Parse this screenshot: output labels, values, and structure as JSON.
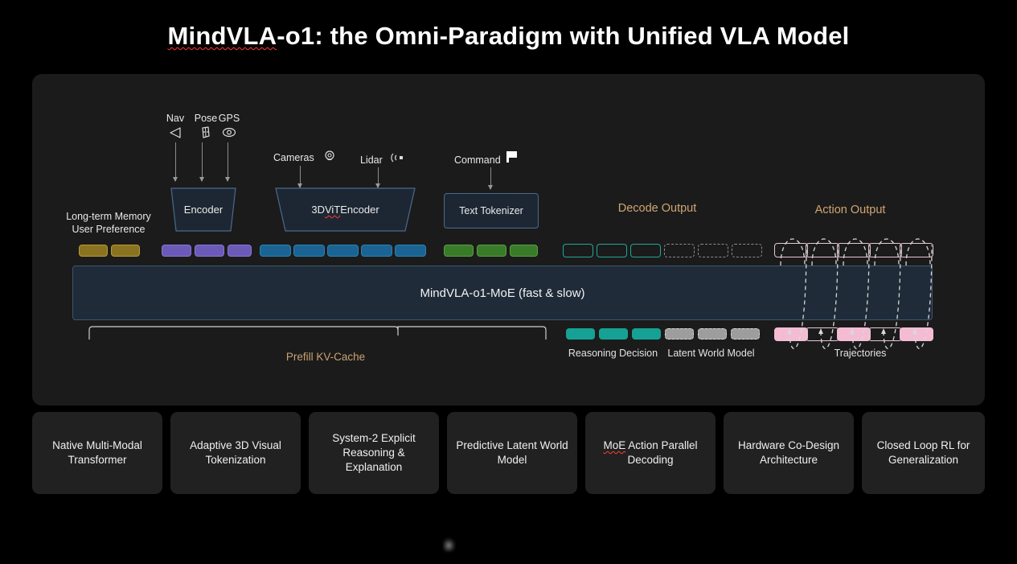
{
  "title": {
    "spellchecked_word": "MindVLA",
    "rest": "-o1: the Omni-Paradigm with Unified VLA Model"
  },
  "diagram": {
    "sensors": [
      {
        "name": "Nav",
        "icon": "navigation-cursor-icon"
      },
      {
        "name": "Pose",
        "icon": "pose-cube-icon"
      },
      {
        "name": "GPS",
        "icon": "gps-eye-icon"
      }
    ],
    "inputs": [
      {
        "label": "Cameras",
        "icon": "camera-icon"
      },
      {
        "label": "Lidar",
        "icon": "lidar-signal-icon"
      },
      {
        "label": "Command",
        "icon": "command-flag-icon"
      }
    ],
    "encoders": [
      {
        "label": "Encoder",
        "shape": "trapezoid"
      },
      {
        "label_a": "3D ",
        "label_b": "ViT",
        "label_c": " Encoder",
        "shape": "trapezoid"
      },
      {
        "label": "Text Tokenizer",
        "shape": "rect"
      }
    ],
    "memory_label_line1": "Long-term Memory",
    "memory_label_line2": "User Preference",
    "backbone_label": "MindVLA-o1-MoE (fast & slow)",
    "section_captions": {
      "decode_output": "Decode Output",
      "action_output": "Action Output",
      "prefill": "Prefill KV-Cache"
    },
    "output_captions": {
      "reasoning": "Reasoning Decision",
      "latent": "Latent World Model",
      "trajectories": "Trajectories"
    },
    "token_rows": {
      "input_tokens": [
        {
          "group": "memory",
          "color": "#8a7320",
          "count": 2
        },
        {
          "group": "nav",
          "color": "#6b5ab8",
          "count": 3
        },
        {
          "group": "visual",
          "color": "#1a6493",
          "count": 5
        },
        {
          "group": "text",
          "color": "#3a7b2a",
          "count": 3
        },
        {
          "group": "decode-reasoning",
          "color": "#1fa89a",
          "count": 3
        },
        {
          "group": "decode-latent",
          "color": "#8d8d8d",
          "count": 3
        },
        {
          "group": "action",
          "color": "#e7c6d4",
          "count": 5
        }
      ],
      "output_tokens": [
        {
          "group": "reasoning-decision",
          "color": "#16a195",
          "count": 3
        },
        {
          "group": "latent-world-model",
          "color": "#9d9d9d",
          "count": 3
        },
        {
          "group": "trajectories",
          "color": "#f3bcd2",
          "count": 5
        }
      ]
    },
    "colors": {
      "panel_bg": "#1b1b1b",
      "backbone_bg": "#1f2b38",
      "accent_caption": "#d0a672",
      "page_bg": "#000000"
    }
  },
  "feature_cards": [
    {
      "text": "Native Multi-Modal Transformer"
    },
    {
      "text": "Adaptive 3D Visual Tokenization"
    },
    {
      "text": "System-2 Explicit Reasoning & Explanation"
    },
    {
      "text": "Predictive Latent World Model"
    },
    {
      "text_sq": "MoE",
      "text": " Action Parallel Decoding"
    },
    {
      "text": "Hardware Co-Design Architecture"
    },
    {
      "text": "Closed Loop RL for Generalization"
    }
  ]
}
